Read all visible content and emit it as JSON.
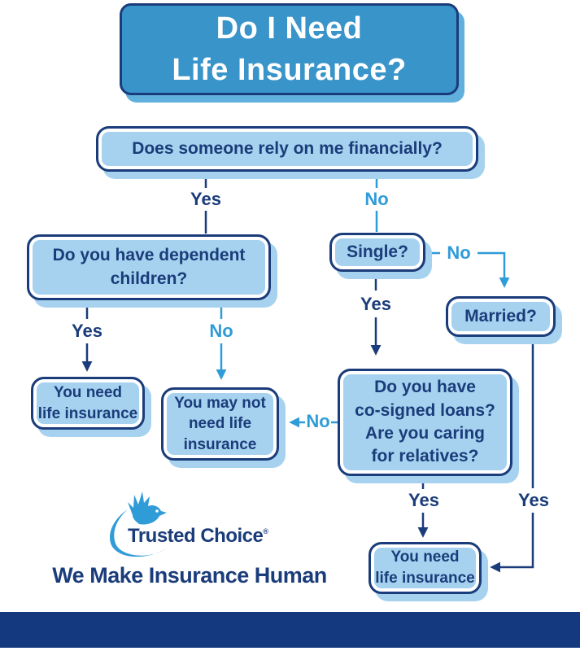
{
  "title": {
    "line1": "Do I Need",
    "line2": "Life Insurance?"
  },
  "nodes": {
    "rely": {
      "text": "Does someone rely on me financially?"
    },
    "children": {
      "line1": "Do you have dependent",
      "line2": "children?"
    },
    "single": {
      "text": "Single?"
    },
    "married": {
      "text": "Married?"
    },
    "need_left": {
      "line1": "You need",
      "line2": "life insurance"
    },
    "maynot": {
      "line1": "You may not",
      "line2": "need life",
      "line3": "insurance"
    },
    "cosigned": {
      "line1": "Do you have",
      "line2": "co-signed loans?",
      "line3": "Are you caring",
      "line4": "for relatives?"
    },
    "need_bottom": {
      "line1": "You need",
      "line2": "life insurance"
    }
  },
  "labels": {
    "yes": "Yes",
    "no": "No"
  },
  "logo": {
    "brand": "Trusted Choice",
    "trademark": "®",
    "tagline": "We Make Insurance Human"
  },
  "palette": {
    "navy": "#1b3c7a",
    "footer_navy": "#15397e",
    "title_fill": "#3994c9",
    "title_shadow": "#5fb0dd",
    "box_fill": "#a6d2ef",
    "accent_blue": "#2f9cd8",
    "title_text": "#ffffff"
  }
}
